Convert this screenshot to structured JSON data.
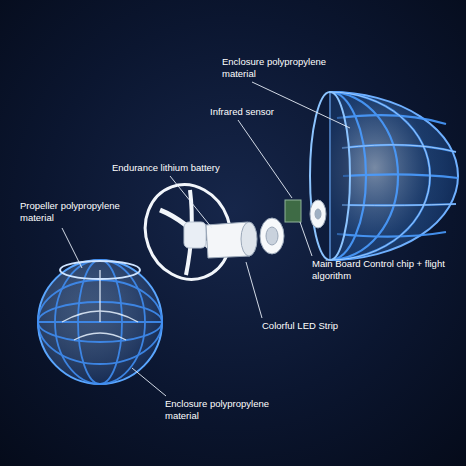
{
  "diagram": {
    "labels": [
      "Enclosure polypropylene material",
      "Infrared sensor",
      "Endurance lithium battery",
      "Propeller polypropylene material",
      "Main Board Control chip + flight algorithm",
      "Colorful LED Strip",
      "Enclosure polypropylene material"
    ]
  }
}
